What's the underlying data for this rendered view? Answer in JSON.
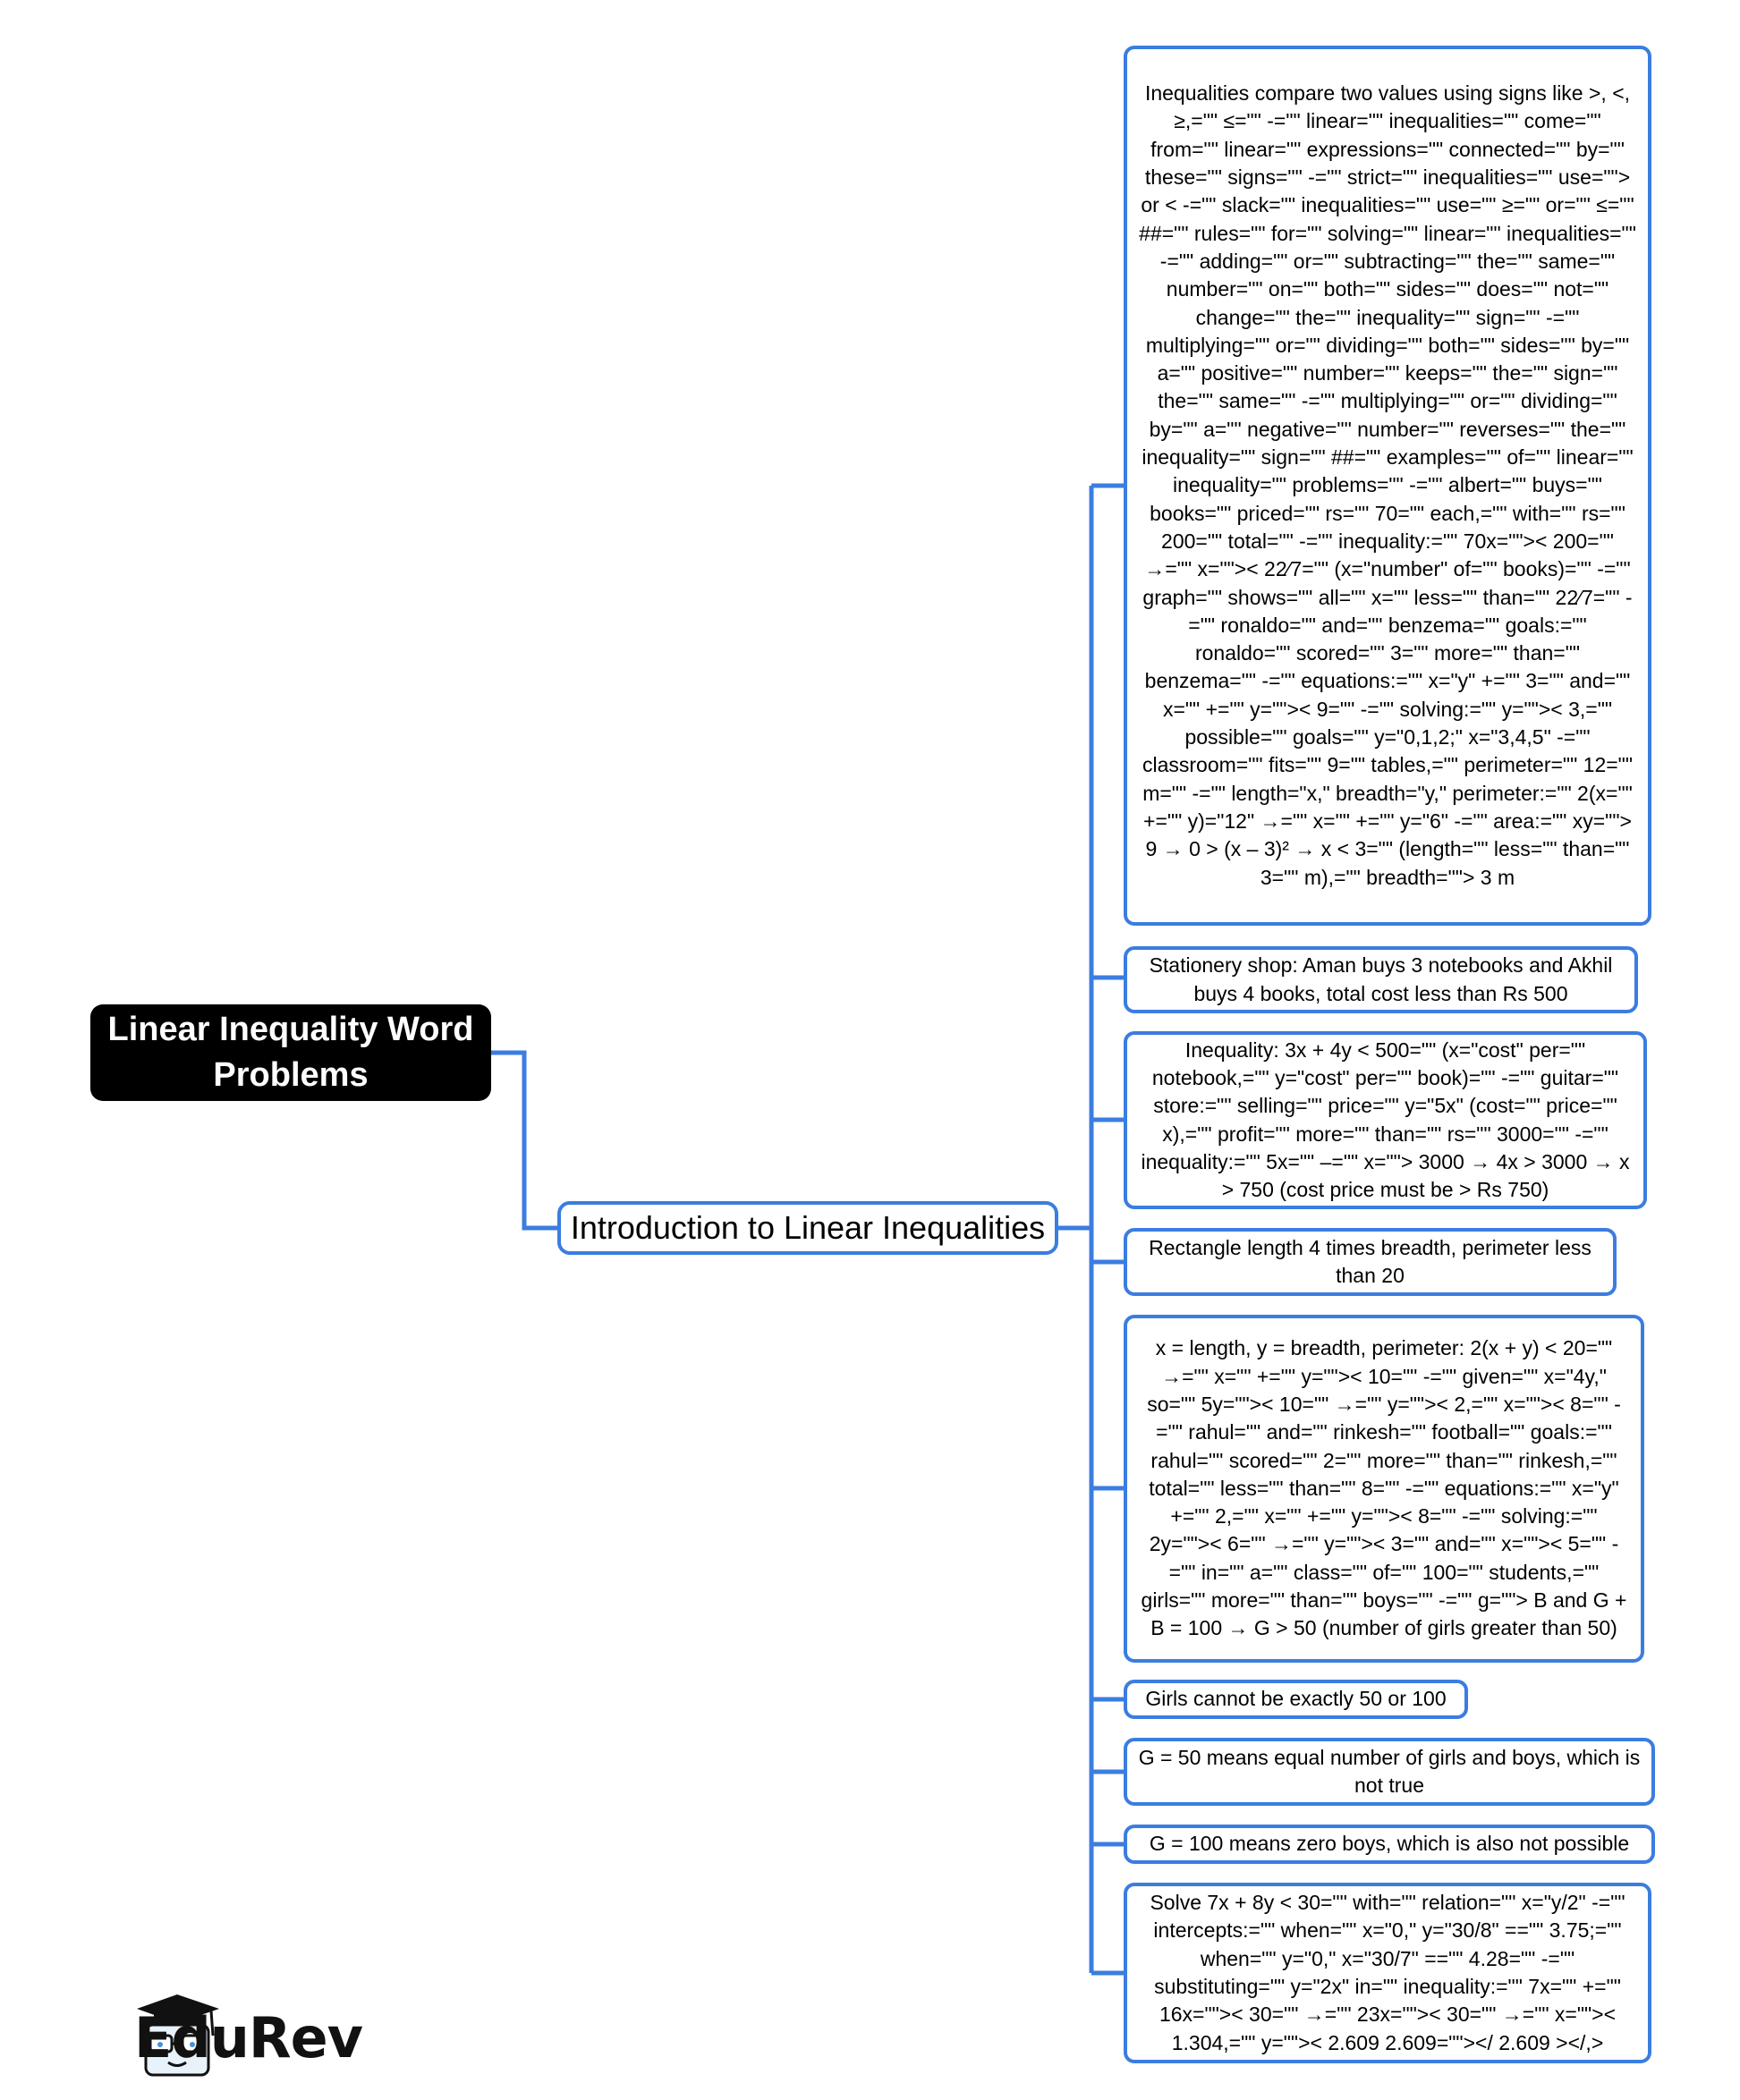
{
  "root": {
    "label": "Linear Inequality Word Problems"
  },
  "topic": {
    "label": "Introduction to Linear Inequalities"
  },
  "leaves": [
    "Inequalities compare two values using signs like >, <, ≥,=\"\" ≤=\"\" -=\"\" linear=\"\" inequalities=\"\" come=\"\" from=\"\" linear=\"\" expressions=\"\" connected=\"\" by=\"\" these=\"\" signs=\"\" -=\"\" strict=\"\" inequalities=\"\" use=\"\"> or < -=\"\" slack=\"\" inequalities=\"\" use=\"\" ≥=\"\" or=\"\" ≤=\"\" ##=\"\" rules=\"\" for=\"\" solving=\"\" linear=\"\" inequalities=\"\" -=\"\" adding=\"\" or=\"\" subtracting=\"\" the=\"\" same=\"\" number=\"\" on=\"\" both=\"\" sides=\"\" does=\"\" not=\"\" change=\"\" the=\"\" inequality=\"\" sign=\"\" -=\"\" multiplying=\"\" or=\"\" dividing=\"\" both=\"\" sides=\"\" by=\"\" a=\"\" positive=\"\" number=\"\" keeps=\"\" the=\"\" sign=\"\" the=\"\" same=\"\" -=\"\" multiplying=\"\" or=\"\" dividing=\"\" by=\"\" a=\"\" negative=\"\" number=\"\" reverses=\"\" the=\"\" inequality=\"\" sign=\"\" ##=\"\" examples=\"\" of=\"\" linear=\"\" inequality=\"\" problems=\"\" -=\"\" albert=\"\" buys=\"\" books=\"\" priced=\"\" rs=\"\" 70=\"\" each,=\"\" with=\"\" rs=\"\" 200=\"\" total=\"\" -=\"\" inequality:=\"\" 70x=\"\">< 200=\"\" →=\"\" x=\"\">< 22⁄7=\"\" (x=\"number\" of=\"\" books)=\"\" -=\"\" graph=\"\" shows=\"\" all=\"\" x=\"\" less=\"\" than=\"\" 22⁄7=\"\" -=\"\" ronaldo=\"\" and=\"\" benzema=\"\" goals:=\"\" ronaldo=\"\" scored=\"\" 3=\"\" more=\"\" than=\"\" benzema=\"\" -=\"\" equations:=\"\" x=\"y\" +=\"\" 3=\"\" and=\"\" x=\"\" +=\"\" y=\"\">< 9=\"\" -=\"\" solving:=\"\" y=\"\">< 3,=\"\" possible=\"\" goals=\"\" y=\"0,1,2;\" x=\"3,4,5\" -=\"\" classroom=\"\" fits=\"\" 9=\"\" tables,=\"\" perimeter=\"\" 12=\"\" m=\"\" -=\"\" length=\"x,\" breadth=\"y,\" perimeter:=\"\" 2(x=\"\" +=\"\" y)=\"12\" →=\"\" x=\"\" +=\"\" y=\"6\" -=\"\" area:=\"\" xy=\"\"> 9 → 0 > (x – 3)² → x < 3=\"\" (length=\"\" less=\"\" than=\"\" 3=\"\" m),=\"\" breadth=\"\"> 3 m",
    "Stationery shop: Aman buys 3 notebooks and Akhil buys 4 books, total cost less than Rs 500",
    "Inequality: 3x + 4y < 500=\"\" (x=\"cost\" per=\"\" notebook,=\"\" y=\"cost\" per=\"\" book)=\"\" -=\"\" guitar=\"\" store:=\"\" selling=\"\" price=\"\" y=\"5x\" (cost=\"\" price=\"\" x),=\"\" profit=\"\" more=\"\" than=\"\" rs=\"\" 3000=\"\" -=\"\" inequality:=\"\" 5x=\"\" –=\"\" x=\"\"> 3000 → 4x > 3000 → x > 750 (cost price must be > Rs 750)",
    "Rectangle length 4 times breadth, perimeter less than 20",
    "x = length, y = breadth, perimeter: 2(x + y) < 20=\"\" →=\"\" x=\"\" +=\"\" y=\"\">< 10=\"\" -=\"\" given=\"\" x=\"4y,\" so=\"\" 5y=\"\">< 10=\"\" →=\"\" y=\"\">< 2,=\"\" x=\"\">< 8=\"\" -=\"\" rahul=\"\" and=\"\" rinkesh=\"\" football=\"\" goals:=\"\" rahul=\"\" scored=\"\" 2=\"\" more=\"\" than=\"\" rinkesh,=\"\" total=\"\" less=\"\" than=\"\" 8=\"\" -=\"\" equations:=\"\" x=\"y\" +=\"\" 2,=\"\" x=\"\" +=\"\" y=\"\">< 8=\"\" -=\"\" solving:=\"\" 2y=\"\">< 6=\"\" →=\"\" y=\"\">< 3=\"\" and=\"\" x=\"\">< 5=\"\" -=\"\" in=\"\" a=\"\" class=\"\" of=\"\" 100=\"\" students,=\"\" girls=\"\" more=\"\" than=\"\" boys=\"\" -=\"\" g=\"\"> B and G + B = 100 → G > 50 (number of girls greater than 50)",
    "Girls cannot be exactly 50 or 100",
    "G = 50 means equal number of girls and boys, which is not true",
    "G = 100 means zero boys, which is also not possible",
    "Solve 7x + 8y < 30=\"\" with=\"\" relation=\"\" x=\"y/2\" -=\"\" intercepts:=\"\" when=\"\" x=\"0,\" y=\"30/8\" ==\"\" 3.75;=\"\" when=\"\" y=\"0,\" x=\"30/7\" ==\"\" 4.28=\"\" -=\"\" substituting=\"\" y=\"2x\" in=\"\" inequality:=\"\" 7x=\"\" +=\"\" 16x=\"\">< 30=\"\" →=\"\" 23x=\"\">< 30=\"\" →=\"\" x=\"\">< 1.304,=\"\" y=\"\">< 2.609 2.609=\"\"></ 2.609 ></,>"
  ],
  "logo": {
    "text": "EduRev"
  },
  "colors": {
    "connector": "#3b7de0",
    "root_bg": "#000000",
    "root_text": "#ffffff"
  }
}
